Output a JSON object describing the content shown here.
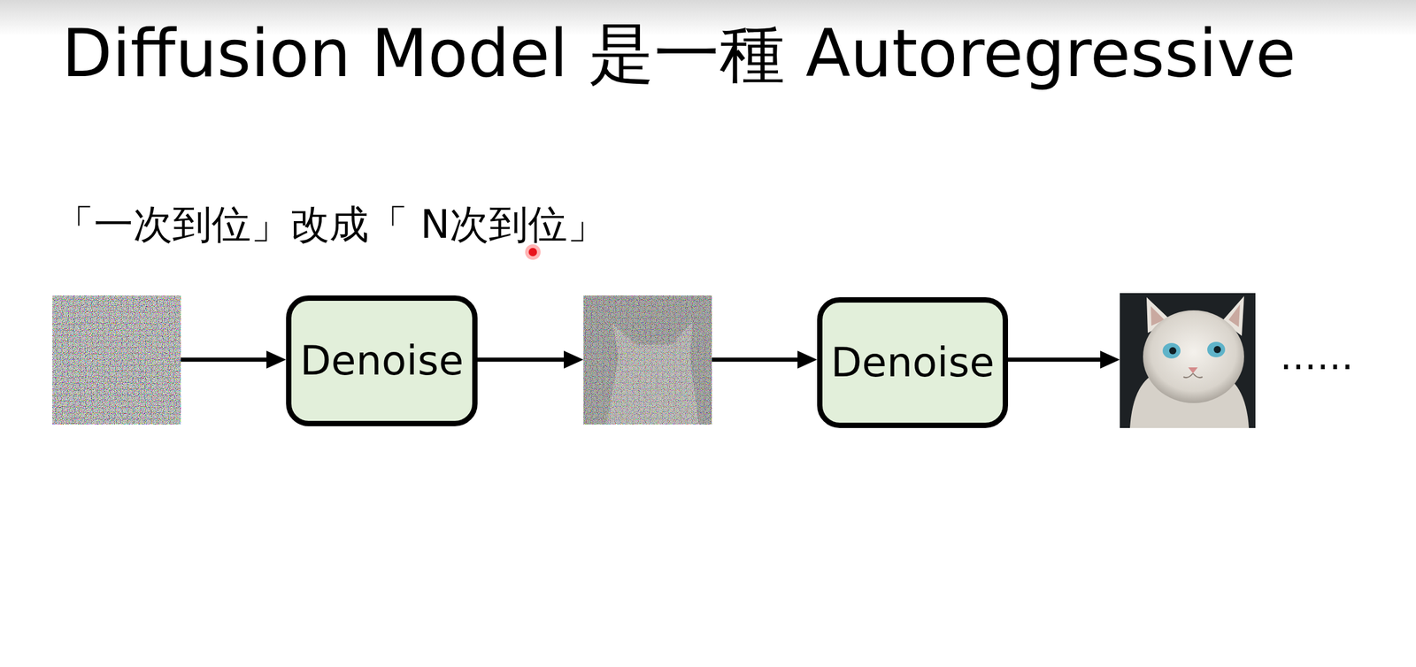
{
  "diagram": {
    "title": "Diffusion Model 是一種 Autoregressive",
    "nodes": [
      {
        "text": [
          "Denoise"
        ]
      },
      {
        "text": [
          "Denoise"
        ]
      }
    ],
    "labels": [
      "「一次到位」改成「 N次到位」",
      "……"
    ]
  }
}
